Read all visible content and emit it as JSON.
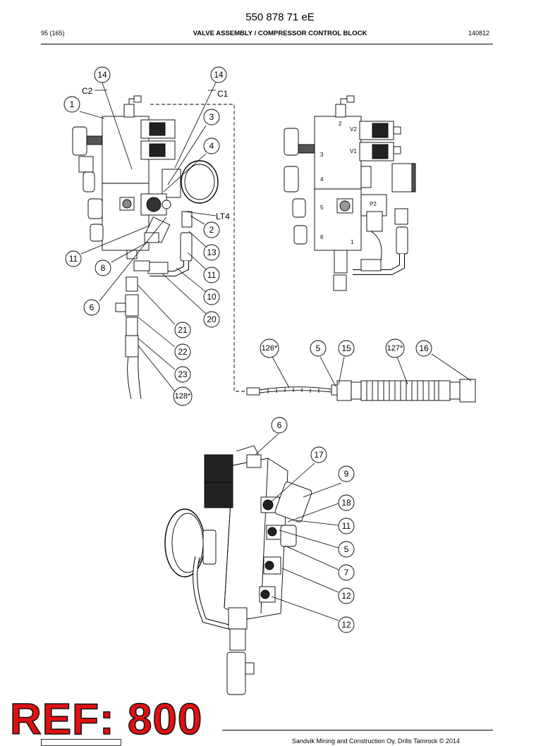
{
  "header": {
    "doc_number": "550 878 71 eE",
    "page": "95 (165)",
    "title": "VALVE ASSEMBLY / COMPRESSOR CONTROL BLOCK",
    "date": "140812"
  },
  "footer": {
    "copyright": "Sandvik Mining and Construction Oy, Drills Tamrock © 2014",
    "ref_stamp": "REF: 800"
  },
  "callouts": {
    "c_14a": "14",
    "c_14b": "14",
    "c_1": "1",
    "c_3": "3",
    "c_4": "4",
    "c_2": "2",
    "c_13": "13",
    "c_11a": "11",
    "c_10": "10",
    "c_20": "20",
    "c_11b": "11",
    "c_8": "8",
    "c_6a": "6",
    "c_21": "21",
    "c_22": "22",
    "c_23": "23",
    "c_128": "128*",
    "c_126": "126*",
    "c_5a": "5",
    "c_15": "15",
    "c_127": "127*",
    "c_16": "16",
    "c_6b": "6",
    "c_17": "17",
    "c_9": "9",
    "c_18": "18",
    "c_11c": "11",
    "c_5b": "5",
    "c_7": "7",
    "c_12a": "12",
    "c_12b": "12"
  },
  "labels": {
    "c2": "C2",
    "c1": "C1",
    "lt4": "LT4",
    "v2": "V2",
    "v1": "V1",
    "p2": "P2",
    "port_2": "2",
    "port_3": "3",
    "port_4": "4",
    "port_5": "5",
    "port_6": "6",
    "port_1": "1"
  }
}
